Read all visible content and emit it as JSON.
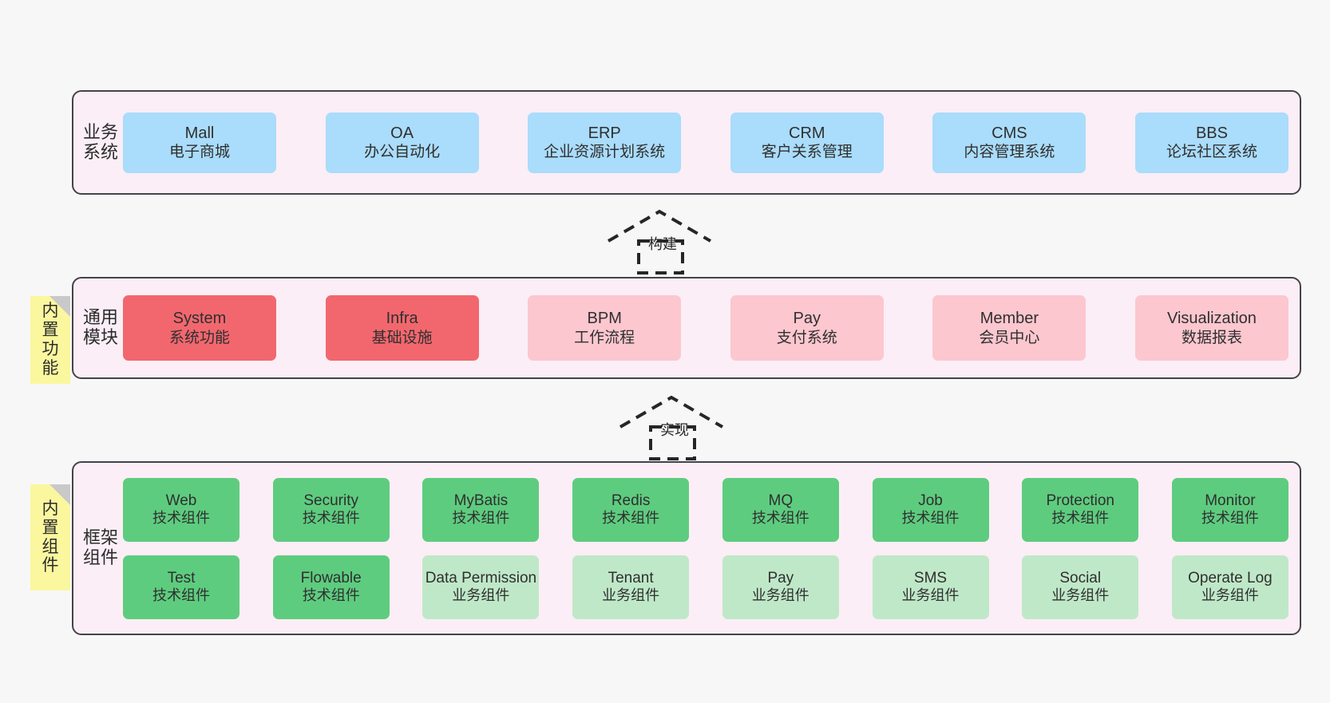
{
  "diagram": {
    "title_internal": "framework-architecture-diagram",
    "background": "#f7f7f7",
    "container_fill": "#fbeef6",
    "container_border": "#444448",
    "note_fill": "#fbf79f",
    "note_fold": "#c9c9c9"
  },
  "layers": [
    {
      "id": "business-system",
      "title": "业务系统",
      "accent": "#aadcfb",
      "nodes": [
        {
          "en": "Mall",
          "cn": "电子商城"
        },
        {
          "en": "OA",
          "cn": "办公自动化"
        },
        {
          "en": "ERP",
          "cn": "企业资源计划系统"
        },
        {
          "en": "CRM",
          "cn": "客户关系管理"
        },
        {
          "en": "CMS",
          "cn": "内容管理系统"
        },
        {
          "en": "BBS",
          "cn": "论坛社区系统"
        }
      ]
    },
    {
      "id": "common-module",
      "title": "通用模块",
      "accent_strong": "#f2676e",
      "accent_light": "#fcc7cf",
      "note": "内置功能",
      "nodes": [
        {
          "en": "System",
          "cn": "系统功能",
          "emphasis": "high"
        },
        {
          "en": "Infra",
          "cn": "基础设施",
          "emphasis": "high"
        },
        {
          "en": "BPM",
          "cn": "工作流程",
          "emphasis": "low"
        },
        {
          "en": "Pay",
          "cn": "支付系统",
          "emphasis": "low"
        },
        {
          "en": "Member",
          "cn": "会员中心",
          "emphasis": "low"
        },
        {
          "en": "Visualization",
          "cn": "数据报表",
          "emphasis": "low"
        }
      ]
    },
    {
      "id": "framework-component",
      "title": "框架组件",
      "accent_tech": "#5ecc7f",
      "accent_biz": "#bfe8c8",
      "note": "内置组件",
      "rows": [
        [
          {
            "en": "Web",
            "cn": "技术组件",
            "kind": "tech"
          },
          {
            "en": "Security",
            "cn": "技术组件",
            "kind": "tech"
          },
          {
            "en": "MyBatis",
            "cn": "技术组件",
            "kind": "tech"
          },
          {
            "en": "Redis",
            "cn": "技术组件",
            "kind": "tech"
          },
          {
            "en": "MQ",
            "cn": "技术组件",
            "kind": "tech"
          },
          {
            "en": "Job",
            "cn": "技术组件",
            "kind": "tech"
          },
          {
            "en": "Protection",
            "cn": "技术组件",
            "kind": "tech"
          },
          {
            "en": "Monitor",
            "cn": "技术组件",
            "kind": "tech"
          }
        ],
        [
          {
            "en": "Test",
            "cn": "技术组件",
            "kind": "tech"
          },
          {
            "en": "Flowable",
            "cn": "技术组件",
            "kind": "tech"
          },
          {
            "en": "Data Permission",
            "cn": "业务组件",
            "kind": "biz"
          },
          {
            "en": "Tenant",
            "cn": "业务组件",
            "kind": "biz"
          },
          {
            "en": "Pay",
            "cn": "业务组件",
            "kind": "biz"
          },
          {
            "en": "SMS",
            "cn": "业务组件",
            "kind": "biz"
          },
          {
            "en": "Social",
            "cn": "业务组件",
            "kind": "biz"
          },
          {
            "en": "Operate Log",
            "cn": "业务组件",
            "kind": "biz"
          }
        ]
      ]
    }
  ],
  "connectors": [
    {
      "id": "build",
      "label": "构建",
      "style": "dashed-generalization",
      "from": "common-module",
      "to": "business-system"
    },
    {
      "id": "implement",
      "label": "实现",
      "style": "dashed-generalization",
      "from": "framework-component",
      "to": "common-module"
    }
  ]
}
